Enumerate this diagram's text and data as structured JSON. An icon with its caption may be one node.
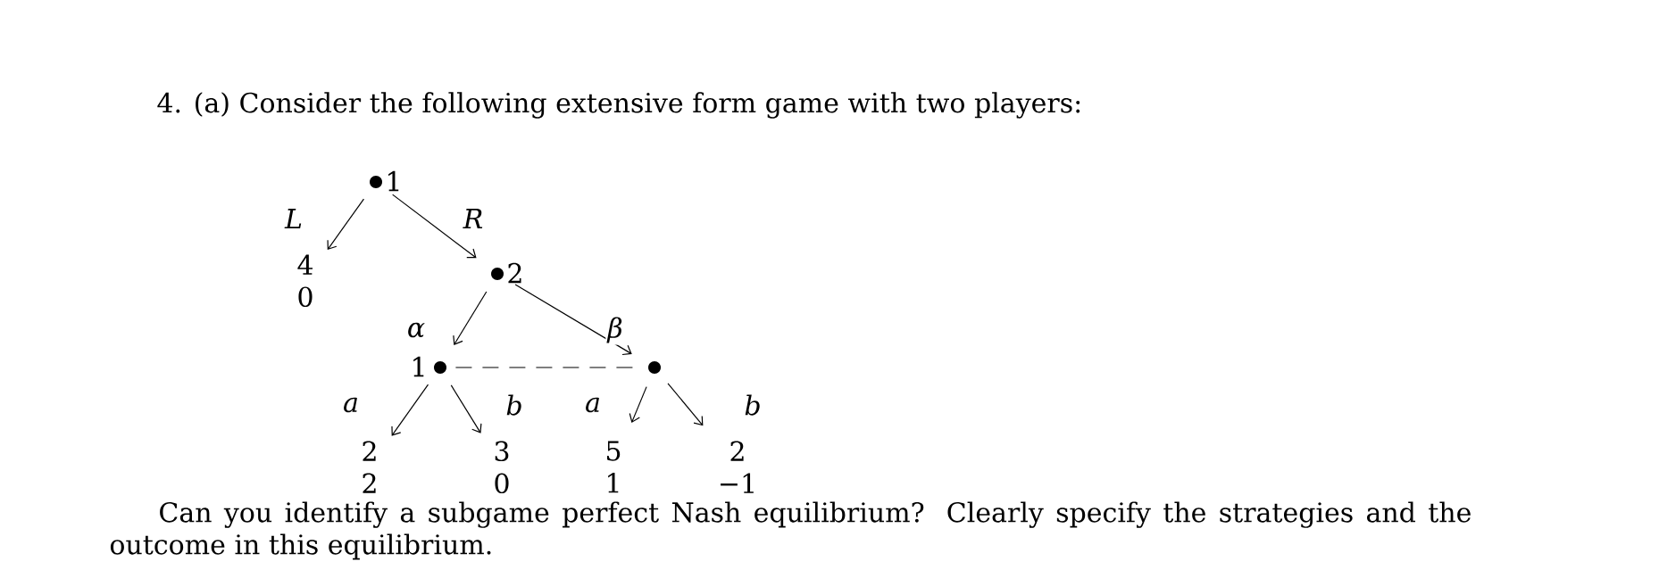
{
  "diagram": {
    "title": "4. (a) Consider the following extensive form game with two players:",
    "caption": "Can you identify a subgame perfect Nash equilibrium? Clearly specify the strategies and the outcome in this equilibrium.",
    "nodes": [
      {
        "text": [],
        "shape": "circle",
        "beside": [
          "1"
        ]
      },
      {
        "text": [
          "4",
          "0"
        ]
      },
      {
        "text": [],
        "shape": "circle",
        "beside": [
          "2"
        ]
      },
      {
        "text": [],
        "shape": "circle",
        "beside": [
          "1"
        ]
      },
      {
        "text": [],
        "shape": "circle"
      },
      {
        "text": [
          "2",
          "2"
        ]
      },
      {
        "text": [
          "3",
          "0"
        ]
      },
      {
        "text": [
          "5",
          "1"
        ]
      },
      {
        "text": [
          "2",
          "−1"
        ]
      }
    ],
    "edges": [
      {
        "from": 0,
        "to": 1,
        "arrow": "to",
        "label": "L"
      },
      {
        "from": 0,
        "to": 2,
        "arrow": "to",
        "label": "R"
      },
      {
        "from": 2,
        "to": 3,
        "arrow": "to",
        "label": "α"
      },
      {
        "from": 2,
        "to": 4,
        "arrow": "to",
        "label": "β"
      },
      {
        "from": 3,
        "to": 4,
        "arrow": "none",
        "style": "dashed"
      },
      {
        "from": 3,
        "to": 5,
        "arrow": "to",
        "label": "a"
      },
      {
        "from": 3,
        "to": 6,
        "arrow": "to",
        "label": "b"
      },
      {
        "from": 4,
        "to": 7,
        "arrow": "to",
        "label": "a"
      },
      {
        "from": 4,
        "to": 8,
        "arrow": "to",
        "label": "b"
      }
    ]
  }
}
